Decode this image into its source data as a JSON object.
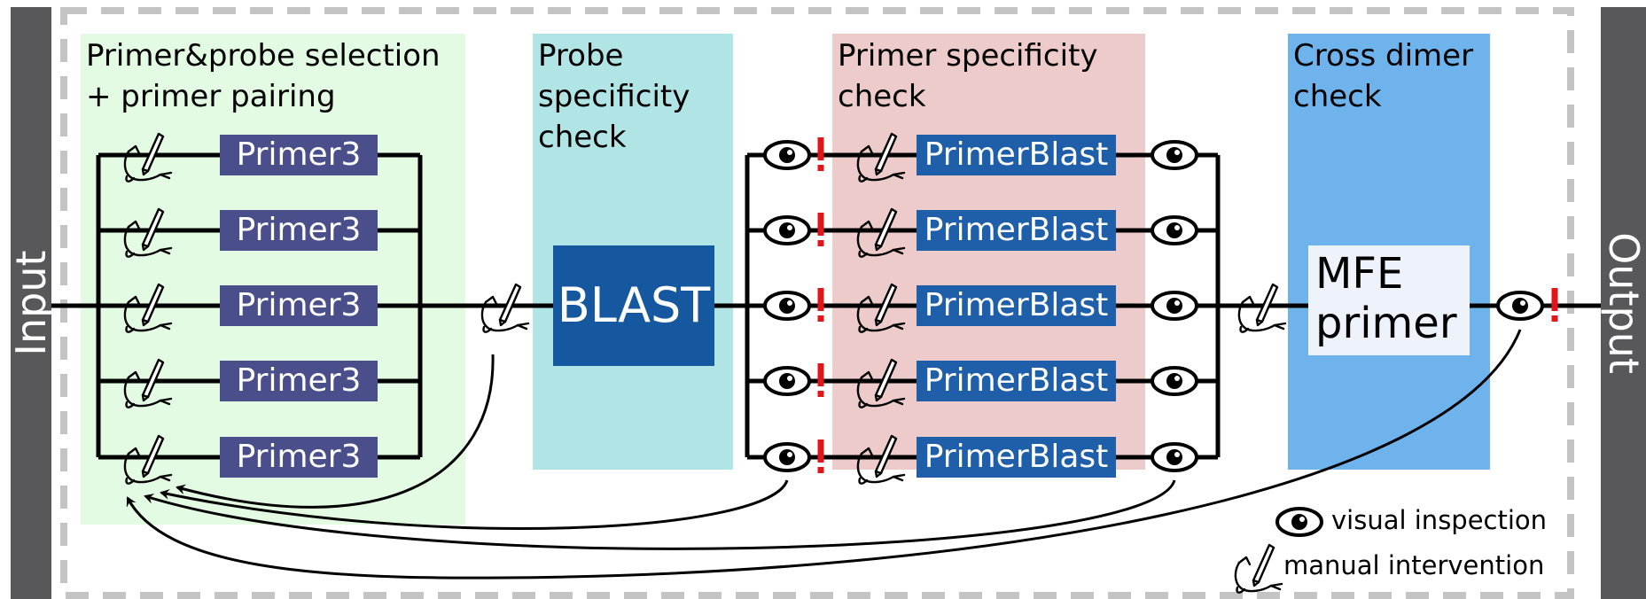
{
  "sidebars": {
    "input": "Input",
    "output": "Output"
  },
  "stages": [
    {
      "title": "Primer&probe selection\n+ primer pairing",
      "color": "#e3fbe3"
    },
    {
      "title": "Probe\nspecificity\ncheck",
      "color": "#b1e4e4"
    },
    {
      "title": "Primer specificity\ncheck",
      "color": "#eecbcb"
    },
    {
      "title": "Cross dimer\ncheck",
      "color": "#6fb3ec"
    }
  ],
  "tools": {
    "primer3": [
      "Primer3",
      "Primer3",
      "Primer3",
      "Primer3",
      "Primer3"
    ],
    "blast": "BLAST",
    "primerblast": [
      "PrimerBlast",
      "PrimerBlast",
      "PrimerBlast",
      "PrimerBlast",
      "PrimerBlast"
    ],
    "mfe": "MFE\nprimer"
  },
  "legend": {
    "visual": "visual inspection",
    "manual": "manual intervention"
  },
  "icons": {
    "eye": "eye-icon",
    "pen": "pen-hand-icon",
    "alert": "exclamation-icon"
  },
  "colors": {
    "sidebar": "#58585a",
    "alert": "#e0161b",
    "primer3": "#4a4f8c",
    "blast": "#1558a0",
    "primerblast": "#1f5ea8",
    "border": "#c4c4c4"
  }
}
